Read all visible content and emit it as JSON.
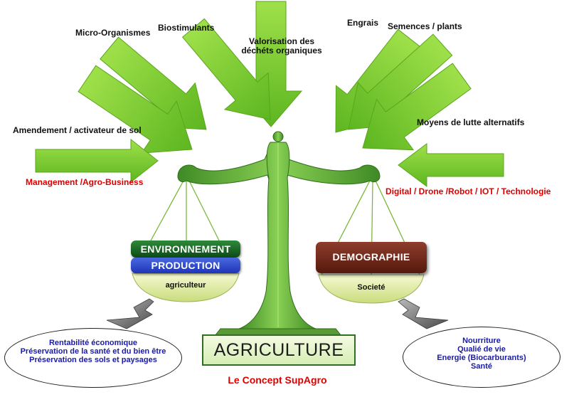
{
  "inputs": {
    "micro": "Micro-Organismes",
    "biostim": "Biostimulants",
    "valorisation_1": "Valorisation des",
    "valorisation_2": "déchéts organiques",
    "engrais": "Engrais",
    "semences": "Semences / plants",
    "amendement": "Amendement / activateur de sol",
    "moyens": "Moyens de lutte alternatifs",
    "management": "Management /Agro-Business",
    "digital": "Digital / Drone /Robot / IOT / Technologie"
  },
  "left_pan": {
    "environnement": "ENVIRONNEMENT",
    "production": "PRODUCTION",
    "plate_label": "agriculteur"
  },
  "right_pan": {
    "demographie": "DEMOGRAPHIE",
    "plate_label": "Societé"
  },
  "left_outcome": {
    "line1": "Rentabilité économique",
    "line2": "Préservation de la santé et du bien être",
    "line3": "Préservation des sols et paysages"
  },
  "right_outcome": {
    "line1": "Nourriture",
    "line2": "Qualié de vie",
    "line3": "Energie (Biocarburants)",
    "line4": "Santé"
  },
  "base": {
    "title": "AGRICULTURE",
    "concept": "Le Concept  SupAgro"
  },
  "colors": {
    "arrow_green": "#7ccf2e",
    "scale_green": "#4f9d2f",
    "plate_yellow": "#e8f0b0",
    "env_green": "#0f5a1c",
    "production_blue": "#2b46c8",
    "demographie_brown": "#6b2414",
    "red_text": "#e00000",
    "outcome_blue": "#1a1aa8"
  },
  "icons": {
    "input_arrows": "green-arrow-icon",
    "outcome_arrows": "gray-arrow-icon"
  }
}
